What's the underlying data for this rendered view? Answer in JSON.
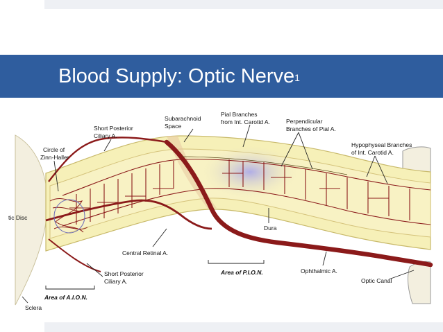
{
  "slide": {
    "title": "Blood Supply: Optic Nerve",
    "title_superscript": "1",
    "title_bar_color": "#2f5d9e"
  },
  "diagram": {
    "labels": {
      "short_posterior_ciliary_top": [
        "Short Posterior",
        "Ciliary A."
      ],
      "subarachnoid_space": [
        "Subarachnoid",
        "Space"
      ],
      "pial_branches": [
        "Pial Branches",
        "from Int. Carotid A."
      ],
      "perpendicular_branches": [
        "Perpendicular",
        "Branches of Pial A."
      ],
      "hypophyseal_branches": [
        "Hypophyseal Branches",
        "of Int. Carotid A."
      ],
      "circle_zinn_haller": [
        "Circle of",
        "Zinn-Haller"
      ],
      "optic_disc": "tic Disc",
      "dura": "Dura",
      "central_retinal": "Central Retinal A.",
      "area_pion": "Area of P.I.O.N.",
      "ophthalmic": "Ophthalmic A.",
      "short_posterior_ciliary_bottom": [
        "Short Posterior",
        "Ciliary A."
      ],
      "optic_canal": "Optic Canal",
      "area_aion": "Area of A.I.O.N.",
      "sclera": "Sclera"
    },
    "colors": {
      "artery": "#8b1a1a",
      "nerve_fill": "#f6f0b8",
      "nerve_edge": "#e2d48a",
      "ischemia": "#b9b6ea",
      "bone": "#f3efdf"
    }
  }
}
